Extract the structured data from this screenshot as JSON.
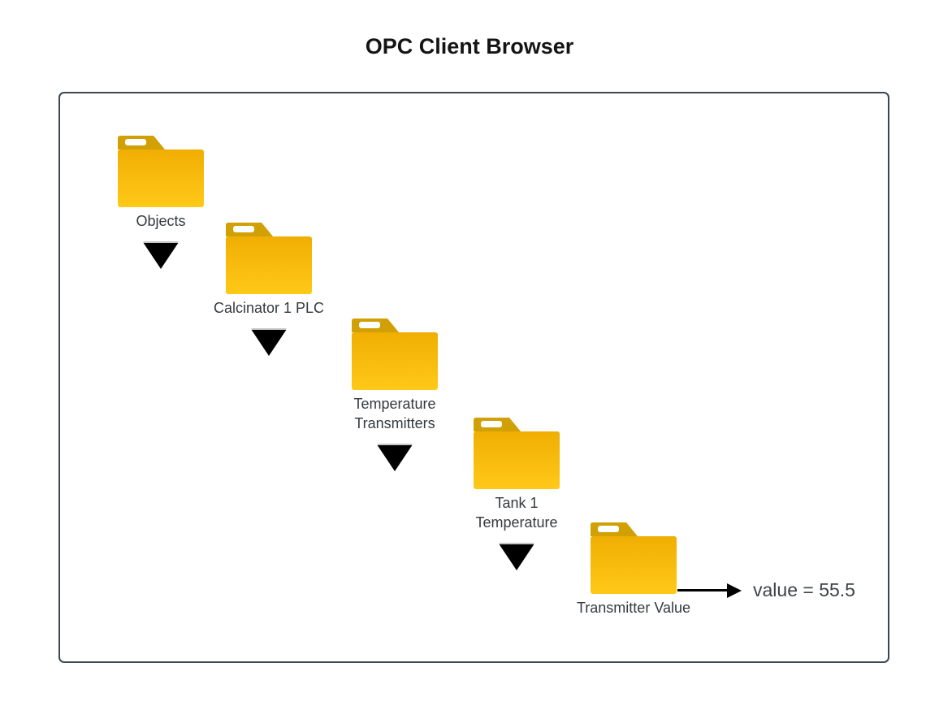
{
  "title": "OPC Client Browser",
  "tree": {
    "nodes": [
      {
        "lines": [
          "Objects"
        ]
      },
      {
        "lines": [
          "Calcinator 1 PLC"
        ]
      },
      {
        "lines": [
          "Temperature",
          "Transmitters"
        ]
      },
      {
        "lines": [
          "Tank 1",
          "Temperature"
        ]
      },
      {
        "lines": [
          "Transmitter Value"
        ]
      }
    ],
    "value_annotation": "value = 55.5"
  },
  "icons": {
    "folder": "folder-icon (yellow closed folder with tab)",
    "expand": "down-triangle-icon ▼",
    "value_pointer": "right-arrow-icon →"
  },
  "colors": {
    "folder_tab": "#D0A005",
    "folder_body_top": "#F0AE03",
    "folder_body_bottom": "#FFC918",
    "frame_border": "#3D4751",
    "label_text": "#343A3E",
    "title_text": "#141414",
    "arrow": "#000000",
    "background": "#FFFFFF"
  }
}
